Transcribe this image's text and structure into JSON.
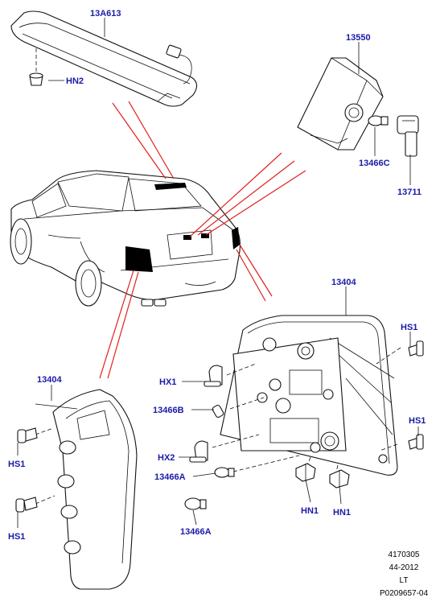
{
  "labels": {
    "high_mount_lamp": "13A613",
    "hn2": "HN2",
    "number_plate_lamp": "13550",
    "bulb_13466c": "13466C",
    "socket_13711": "13711",
    "rear_lamp_right": "13404",
    "hs1_upper_right": "HS1",
    "hx1": "HX1",
    "bulb_13466b": "13466B",
    "hs1_lower_right": "HS1",
    "hx2": "HX2",
    "bulb_13466a_right": "13466A",
    "hn1_left": "HN1",
    "hn1_right": "HN1",
    "rear_lamp_left": "13404",
    "hs1_upper_left": "HS1",
    "hs1_lower_left": "HS1",
    "bulb_13466a_bottom": "13466A"
  },
  "reference": {
    "line1": "4170305",
    "line2": "44-2012",
    "line3": "LT",
    "line4": "P0209657-04"
  },
  "colors": {
    "label_blue": "#1a1aa8",
    "callout_red": "#e0201e",
    "outline": "#111111",
    "lamp_fill": "#000000"
  }
}
